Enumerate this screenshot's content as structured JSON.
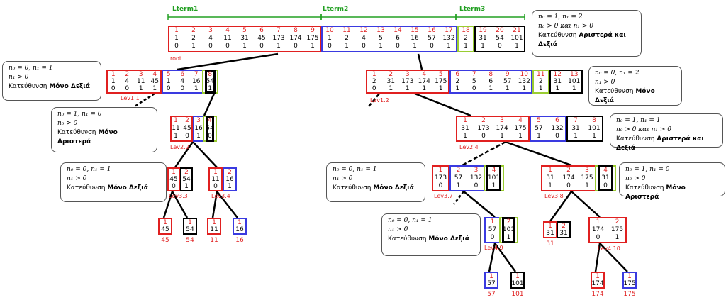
{
  "lterms": [
    "Lterm1",
    "Lterm2",
    "Lterm3"
  ],
  "nodes": [
    {
      "id": "root",
      "label": "root",
      "cols": [
        {
          "i": "1",
          "v": "1",
          "b": "0"
        },
        {
          "i": "2",
          "v": "2",
          "b": "1"
        },
        {
          "i": "3",
          "v": "4",
          "b": "0"
        },
        {
          "i": "4",
          "v": "11",
          "b": "0"
        },
        {
          "i": "5",
          "v": "31",
          "b": "1"
        },
        {
          "i": "6",
          "v": "45",
          "b": "0"
        },
        {
          "i": "7",
          "v": "173",
          "b": "1"
        },
        {
          "i": "8",
          "v": "174",
          "b": "0"
        },
        {
          "i": "9",
          "v": "175",
          "b": "1"
        },
        {
          "i": "10",
          "v": "1",
          "b": "0"
        },
        {
          "i": "11",
          "v": "2",
          "b": "1"
        },
        {
          "i": "12",
          "v": "4",
          "b": "0"
        },
        {
          "i": "13",
          "v": "5",
          "b": "1"
        },
        {
          "i": "14",
          "v": "6",
          "b": "0"
        },
        {
          "i": "15",
          "v": "16",
          "b": "1"
        },
        {
          "i": "16",
          "v": "57",
          "b": "0"
        },
        {
          "i": "17",
          "v": "132",
          "b": "1"
        },
        {
          "i": "18",
          "v": "2",
          "b": "1"
        },
        {
          "i": "19",
          "v": "31",
          "b": "1"
        },
        {
          "i": "20",
          "v": "54",
          "b": "0"
        },
        {
          "i": "21",
          "v": "101",
          "b": "1"
        }
      ]
    },
    {
      "id": "lev11",
      "label": "Lev1.1",
      "cols": [
        {
          "i": "1",
          "v": "1",
          "b": "0"
        },
        {
          "i": "2",
          "v": "4",
          "b": "0"
        },
        {
          "i": "3",
          "v": "11",
          "b": "1"
        },
        {
          "i": "4",
          "v": "45",
          "b": "1"
        },
        {
          "i": "5",
          "v": "1",
          "b": "0"
        },
        {
          "i": "6",
          "v": "4",
          "b": "0"
        },
        {
          "i": "7",
          "v": "16",
          "b": "1"
        },
        {
          "i": "8",
          "v": "54",
          "b": "1"
        }
      ]
    },
    {
      "id": "lev12",
      "label": "Lev1.2",
      "cols": [
        {
          "i": "1",
          "v": "2",
          "b": "0"
        },
        {
          "i": "2",
          "v": "31",
          "b": "1"
        },
        {
          "i": "3",
          "v": "173",
          "b": "1"
        },
        {
          "i": "4",
          "v": "174",
          "b": "1"
        },
        {
          "i": "5",
          "v": "175",
          "b": "1"
        },
        {
          "i": "6",
          "v": "2",
          "b": "1"
        },
        {
          "i": "7",
          "v": "5",
          "b": "0"
        },
        {
          "i": "8",
          "v": "6",
          "b": "1"
        },
        {
          "i": "9",
          "v": "57",
          "b": "1"
        },
        {
          "i": "10",
          "v": "132",
          "b": "1"
        },
        {
          "i": "11",
          "v": "2",
          "b": "1"
        },
        {
          "i": "12",
          "v": "31",
          "b": "1"
        },
        {
          "i": "13",
          "v": "101",
          "b": "1"
        }
      ]
    },
    {
      "id": "lev22",
      "label": "Lev2.2",
      "cols": [
        {
          "i": "1",
          "v": "11",
          "b": "1"
        },
        {
          "i": "2",
          "v": "45",
          "b": "0"
        },
        {
          "i": "3",
          "v": "16",
          "b": "1"
        },
        {
          "i": "4",
          "v": "54",
          "b": "0"
        }
      ]
    },
    {
      "id": "lev24",
      "label": "Lev2.4",
      "cols": [
        {
          "i": "1",
          "v": "31",
          "b": "1"
        },
        {
          "i": "2",
          "v": "173",
          "b": "0"
        },
        {
          "i": "3",
          "v": "174",
          "b": "1"
        },
        {
          "i": "4",
          "v": "175",
          "b": "1"
        },
        {
          "i": "5",
          "v": "57",
          "b": "1"
        },
        {
          "i": "6",
          "v": "132",
          "b": "0"
        },
        {
          "i": "7",
          "v": "31",
          "b": "1"
        },
        {
          "i": "8",
          "v": "101",
          "b": "1"
        }
      ]
    },
    {
      "id": "lev33",
      "label": "Lev3.3",
      "cols": [
        {
          "i": "1",
          "v": "45",
          "b": "0"
        },
        {
          "i": "2",
          "v": "54",
          "b": "1"
        }
      ]
    },
    {
      "id": "lev34",
      "label": "Lev3.4",
      "cols": [
        {
          "i": "1",
          "v": "11",
          "b": "0"
        },
        {
          "i": "2",
          "v": "16",
          "b": "1"
        }
      ]
    },
    {
      "id": "lev37",
      "label": "Lev3.7",
      "cols": [
        {
          "i": "1",
          "v": "173",
          "b": "0"
        },
        {
          "i": "2",
          "v": "57",
          "b": "1"
        },
        {
          "i": "3",
          "v": "132",
          "b": "0"
        },
        {
          "i": "4",
          "v": "101",
          "b": "1"
        }
      ]
    },
    {
      "id": "lev38",
      "label": "Lev3.8",
      "cols": [
        {
          "i": "1",
          "v": "31",
          "b": "1"
        },
        {
          "i": "2",
          "v": "174",
          "b": "0"
        },
        {
          "i": "3",
          "v": "175",
          "b": "1"
        },
        {
          "i": "4",
          "v": "31",
          "b": "0"
        }
      ]
    },
    {
      "id": "lev49",
      "label": "Lev4.9",
      "cols": [
        {
          "i": "1",
          "v": "57",
          "b": "0"
        },
        {
          "i": "2",
          "v": "101",
          "b": "1"
        }
      ]
    },
    {
      "id": "lev410",
      "label": "Lev4.10",
      "cols": [
        {
          "i": "1",
          "v": "174",
          "b": "0"
        },
        {
          "i": "2",
          "v": "175",
          "b": "1"
        }
      ]
    }
  ],
  "leaves": [
    {
      "id": "l45",
      "i": "1",
      "v": "45",
      "label": "45"
    },
    {
      "id": "l54",
      "i": "1",
      "v": "54",
      "label": "54"
    },
    {
      "id": "l11",
      "i": "1",
      "v": "11",
      "label": "11"
    },
    {
      "id": "l16",
      "i": "1",
      "v": "16",
      "label": "16"
    },
    {
      "id": "l31",
      "i": "1",
      "v": "31",
      "label": "31"
    },
    {
      "id": "l31b",
      "i": "2",
      "v": "31",
      "label": ""
    },
    {
      "id": "l57",
      "i": "1",
      "v": "57",
      "label": "57"
    },
    {
      "id": "l101",
      "i": "1",
      "v": "101",
      "label": "101"
    },
    {
      "id": "l174",
      "i": "1",
      "v": "174",
      "label": "174"
    },
    {
      "id": "l175",
      "i": "1",
      "v": "175",
      "label": "175"
    }
  ],
  "notes": [
    {
      "id": "n_root",
      "line1": "n_0 = 1, n_1 = 2",
      "line2": "n_0 > 0  και  n_1 > 0",
      "dir": "Κατεύθυνση",
      "dirBold": "Αριστερά και Δεξιά"
    },
    {
      "id": "n_lev11",
      "line1": "n_0 = 0, n_1 = 1",
      "line2": "n_1 > 0",
      "dir": "Κατεύθυνση",
      "dirBold": "Μόνο Δεξιά"
    },
    {
      "id": "n_lev12",
      "line1": "n_0 = 0, n_1 = 2",
      "line2": "n_1 > 0",
      "dir": "Κατεύθυνση",
      "dirBold": "Μόνο Δεξιά"
    },
    {
      "id": "n_lev22",
      "line1": "n_0 = 1, n_1 = 0",
      "line2": "n_0 > 0",
      "dir": "Κατεύθυνση",
      "dirBold": "Μόνο Αριστερά"
    },
    {
      "id": "n_lev24",
      "line1": "n_0 = 1, n_1 = 1",
      "line2": "n_0 > 0  και  n_1 > 0",
      "dir": "Κατεύθυνση",
      "dirBold": "Αριστερά και Δεξιά"
    },
    {
      "id": "n_lev33",
      "line1": "n_0 = 0, n_1 = 1",
      "line2": "n_1 > 0",
      "dir": "Κατεύθυνση",
      "dirBold": "Μόνο Δεξιά"
    },
    {
      "id": "n_lev37",
      "line1": "n_0 = 0, n_1 = 1",
      "line2": "n_1 > 0",
      "dir": "Κατεύθυνση",
      "dirBold": "Μόνο Δεξιά"
    },
    {
      "id": "n_lev38",
      "line1": "n_0 = 1, n_1 = 0",
      "line2": "n_0 > 0",
      "dir": "Κατεύθυνση",
      "dirBold": "Μόνο Αριστερά"
    },
    {
      "id": "n_lev49",
      "line1": "n_0 = 0, n_1 = 1",
      "line2": "n_1 > 0",
      "dir": "Κατεύθυνση",
      "dirBold": "Μόνο Δεξιά"
    }
  ]
}
